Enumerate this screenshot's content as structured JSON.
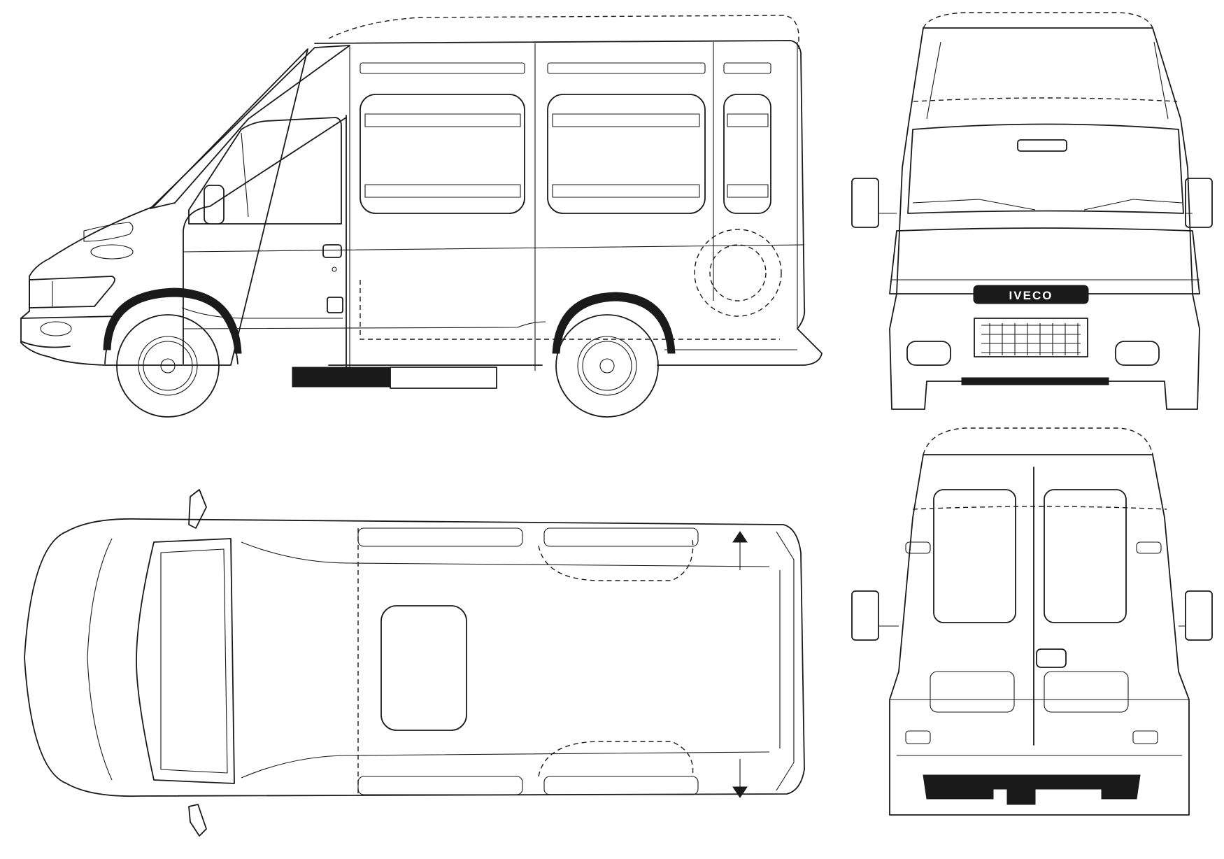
{
  "diagram": {
    "views": [
      "side",
      "front",
      "top",
      "rear"
    ],
    "badge_text": "IVECO",
    "colors": {
      "line": "#1a1a1a",
      "background": "#ffffff"
    }
  }
}
